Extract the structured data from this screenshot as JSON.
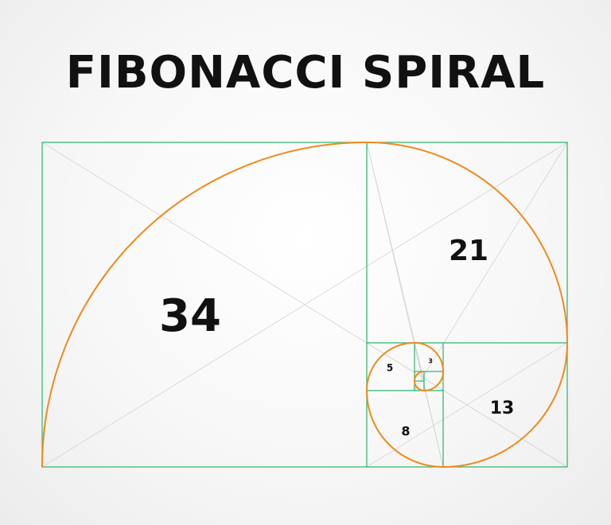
{
  "title": "FIBONACCI SPIRAL",
  "squares": [
    {
      "label": "34",
      "value": 34
    },
    {
      "label": "21",
      "value": 21
    },
    {
      "label": "13",
      "value": 13
    },
    {
      "label": "8",
      "value": 8
    },
    {
      "label": "5",
      "value": 5
    },
    {
      "label": "3",
      "value": 3
    },
    {
      "label": "",
      "value": 2
    },
    {
      "label": "",
      "value": 1
    },
    {
      "label": "",
      "value": 1
    }
  ],
  "colors": {
    "square_stroke": "#3dbd7a",
    "spiral_stroke": "#f08a1c",
    "guide_stroke": "#d4d4d4",
    "text": "#111111"
  }
}
